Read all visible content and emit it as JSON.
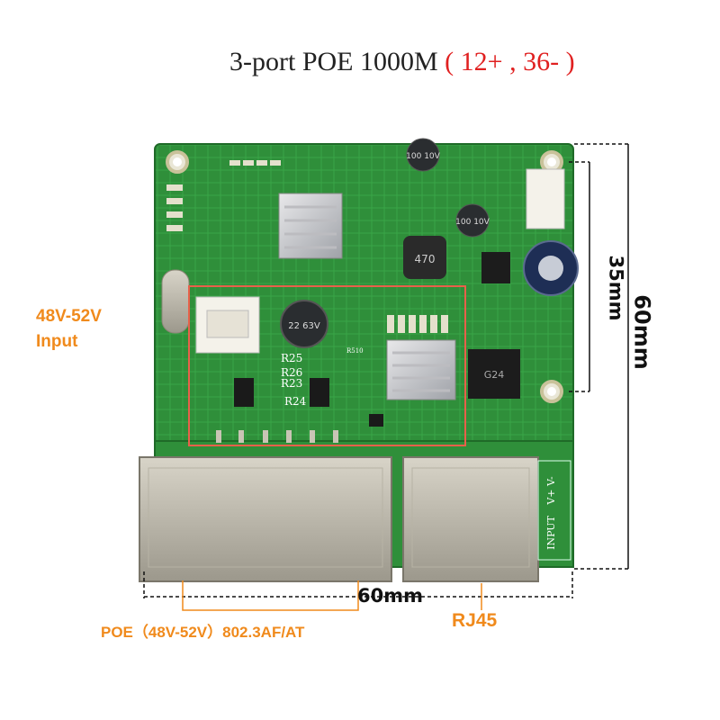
{
  "title": {
    "main": "3-port POE 1000M",
    "spec": "( 12+ , 36- )"
  },
  "labels": {
    "input_line1": "48V-52V",
    "input_line2": "Input",
    "poe": "POE（48V-52V）802.3AF/AT",
    "rj45": "RJ45"
  },
  "dimensions": {
    "width": "60mm",
    "height": "60mm",
    "hole_spacing": "35mm"
  },
  "board_silkscreen": {
    "capacitor_small_1": "100 10V",
    "capacitor_small_2": "100 10V",
    "capacitor_big": "22 63V",
    "inductor": "470",
    "chip": "G24",
    "connector_label": "INPUT",
    "connector_pins": "V+ V-",
    "resistors": [
      "R25",
      "R26",
      "R23",
      "R24",
      "R510"
    ]
  },
  "colors": {
    "board_green": "#2f8f3a",
    "highlight_box": "#e8604a",
    "label_orange": "#f08a1c",
    "title_red": "#e02020"
  }
}
